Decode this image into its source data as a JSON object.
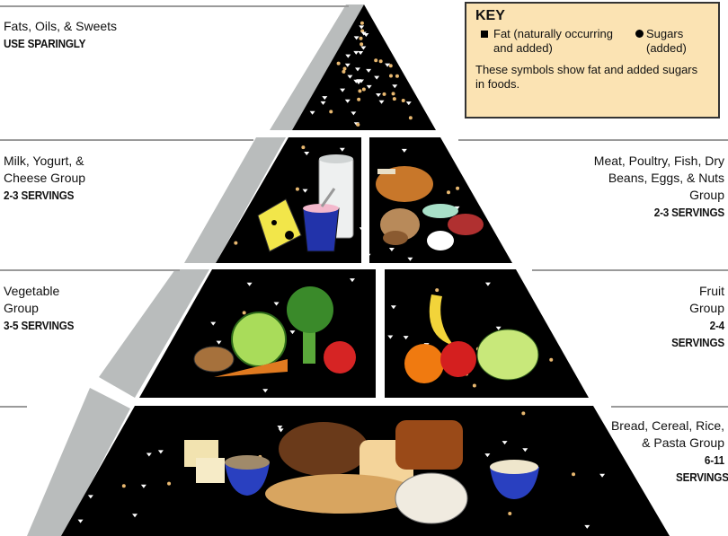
{
  "key": {
    "title": "KEY",
    "fat_label": "Fat (naturally occurring and added)",
    "sugar_label": "Sugars (added)",
    "note": "These symbols show fat and added sugars in foods."
  },
  "groups": {
    "fats": {
      "name": "Fats, Oils, & Sweets",
      "servings": "USE SPARINGLY"
    },
    "milk": {
      "name": "Milk, Yogurt, & Cheese Group",
      "servings": "2-3 SERVINGS"
    },
    "meat": {
      "name": "Meat, Poultry, Fish, Dry Beans, Eggs, & Nuts Group",
      "servings": "2-3 SERVINGS"
    },
    "vegetable": {
      "name": "Vegetable Group",
      "servings": "3-5 SERVINGS"
    },
    "fruit": {
      "name": "Fruit Group",
      "servings": "2-4 SERVINGS"
    },
    "bread": {
      "name": "Bread, Cereal, Rice, & Pasta Group",
      "servings": "6-11 SERVINGS"
    }
  },
  "colors": {
    "tier": "#000000",
    "side": "#b9bcbc",
    "fat_dot": "#e8b870",
    "sugar_mark": "#ffffff",
    "key_bg": "#fbe3b3"
  }
}
